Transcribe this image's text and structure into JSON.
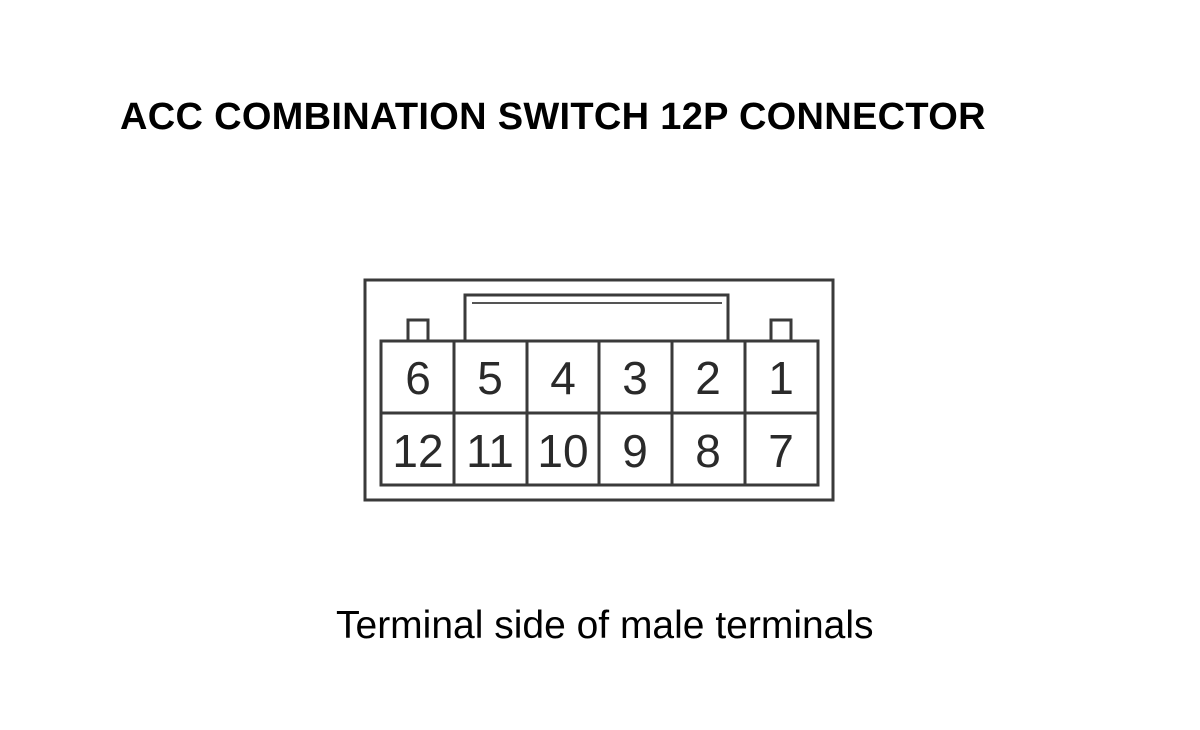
{
  "diagram": {
    "title": "ACC COMBINATION SWITCH 12P CONNECTOR",
    "caption": "Terminal side of male terminals",
    "connector": {
      "top_row": [
        "6",
        "5",
        "4",
        "3",
        "2",
        "1"
      ],
      "bottom_row": [
        "12",
        "11",
        "10",
        "9",
        "8",
        "7"
      ]
    },
    "colors": {
      "line": "#3a3a3a",
      "text": "#000000"
    }
  }
}
